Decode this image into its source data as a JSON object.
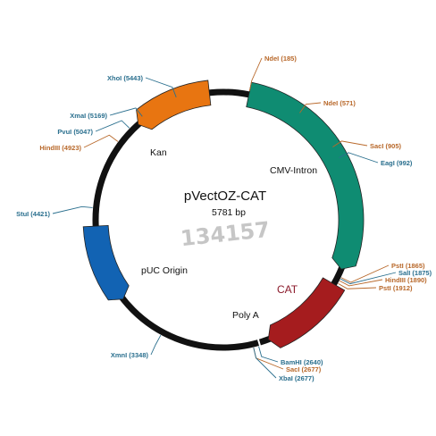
{
  "plasmid": {
    "name": "pVectOZ-CAT",
    "size_label": "5781 bp",
    "watermark": "134157"
  },
  "colors": {
    "backbone": "#111111",
    "kan": "#e87511",
    "cmv_intron": "#0f8c72",
    "cat": "#a51c1e",
    "puc_origin": "#1263b3",
    "site_blue": "#2a6f8e",
    "site_orange": "#b8682a",
    "cat_label": "#8b1a2b"
  },
  "features": [
    {
      "id": "kan",
      "label": "Kan"
    },
    {
      "id": "cmv-intron",
      "label": "CMV-Intron"
    },
    {
      "id": "cat",
      "label": "CAT"
    },
    {
      "id": "puc-origin",
      "label": "pUC Origin"
    },
    {
      "id": "polya",
      "label": "Poly A"
    }
  ],
  "sites": [
    {
      "id": "ndei-185",
      "label": "NdeI (185)",
      "color": "orange"
    },
    {
      "id": "ndei-571",
      "label": "NdeI (571)",
      "color": "orange"
    },
    {
      "id": "saci-905",
      "label": "SacI (905)",
      "color": "orange"
    },
    {
      "id": "eagi-992",
      "label": "EagI (992)",
      "color": "blue"
    },
    {
      "id": "psti-1865",
      "label": "PstI (1865)",
      "color": "orange"
    },
    {
      "id": "sali-1875",
      "label": "SalI (1875)",
      "color": "blue"
    },
    {
      "id": "hindiii-1890",
      "label": "HindIII (1890)",
      "color": "orange"
    },
    {
      "id": "psti-1912",
      "label": "PstI (1912)",
      "color": "orange"
    },
    {
      "id": "bamhi-2640",
      "label": "BamHI (2640)",
      "color": "blue"
    },
    {
      "id": "saci-2677",
      "label": "SacI (2677)",
      "color": "orange"
    },
    {
      "id": "xbai-2677",
      "label": "XbaI (2677)",
      "color": "blue"
    },
    {
      "id": "xmni-3348",
      "label": "XmnI (3348)",
      "color": "blue"
    },
    {
      "id": "stui-4421",
      "label": "StuI (4421)",
      "color": "blue"
    },
    {
      "id": "hindiii-4923",
      "label": "HindIII (4923)",
      "color": "orange"
    },
    {
      "id": "pvui-5047",
      "label": "PvuI (5047)",
      "color": "blue"
    },
    {
      "id": "xmai-5169",
      "label": "XmaI (5169)",
      "color": "blue"
    },
    {
      "id": "xhoi-5443",
      "label": "XhoI (5443)",
      "color": "blue"
    }
  ]
}
